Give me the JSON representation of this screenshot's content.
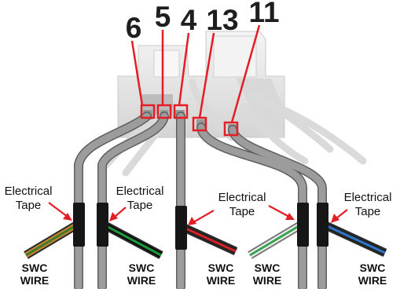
{
  "pins": [
    "6",
    "5",
    "4",
    "13",
    "11"
  ],
  "labels": {
    "tape_line1": "Electrical",
    "tape_line2": "Tape",
    "swc_line1": "SWC",
    "swc_line2": "WIRE"
  },
  "colors": {
    "callout_red": "#e31e24",
    "wire_gray": "#8c8c8c",
    "tape_black": "#161616",
    "connector_white": "#e8e8e8"
  },
  "swc_wires": [
    {
      "stripe": "#3d7a2a",
      "base": "#c7862f"
    },
    {
      "stripe": "#1a9a3d",
      "base": "#0b0b0b"
    },
    {
      "stripe": "#d8202a",
      "base": "#222222"
    },
    {
      "stripe": "#37a34f",
      "base": "#f2f2f2"
    },
    {
      "stripe": "#2e76c9",
      "base": "#222222"
    }
  ]
}
